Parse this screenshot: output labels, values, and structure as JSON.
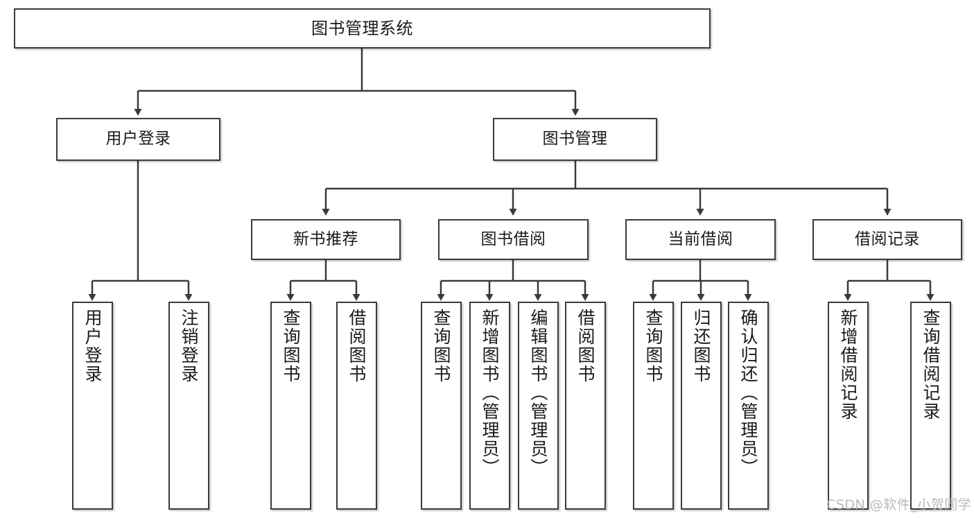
{
  "diagram": {
    "title": "图书管理系统",
    "type": "tree-hierarchy-chart",
    "watermark": "CSDN @软件_小贺同学",
    "colors": {
      "box_border": "#3a3a3a",
      "box_fill": "#ffffff",
      "connector": "#3a3a3a",
      "text": "#1a1a1a",
      "watermark": "#b9b9b9"
    },
    "nodes": {
      "root": {
        "label": "图书管理系统"
      },
      "level2": [
        {
          "label": "用户登录"
        },
        {
          "label": "图书管理"
        }
      ],
      "level3": [
        {
          "label": "新书推荐"
        },
        {
          "label": "图书借阅"
        },
        {
          "label": "当前借阅"
        },
        {
          "label": "借阅记录"
        }
      ],
      "leaves": {
        "user_login": [
          {
            "label": "用户登录"
          },
          {
            "label": "注销登录"
          }
        ],
        "new_book_recommend": [
          {
            "label": "查询图书"
          },
          {
            "label": "借阅图书"
          }
        ],
        "book_borrow": [
          {
            "label": "查询图书"
          },
          {
            "label": "新增图书（管理员）"
          },
          {
            "label": "编辑图书（管理员）"
          },
          {
            "label": "借阅图书"
          }
        ],
        "current_borrow": [
          {
            "label": "查询图书"
          },
          {
            "label": "归还图书"
          },
          {
            "label": "确认归还（管理员）"
          }
        ],
        "borrow_records": [
          {
            "label": "新增借阅记录"
          },
          {
            "label": "查询借阅记录"
          }
        ]
      }
    }
  }
}
